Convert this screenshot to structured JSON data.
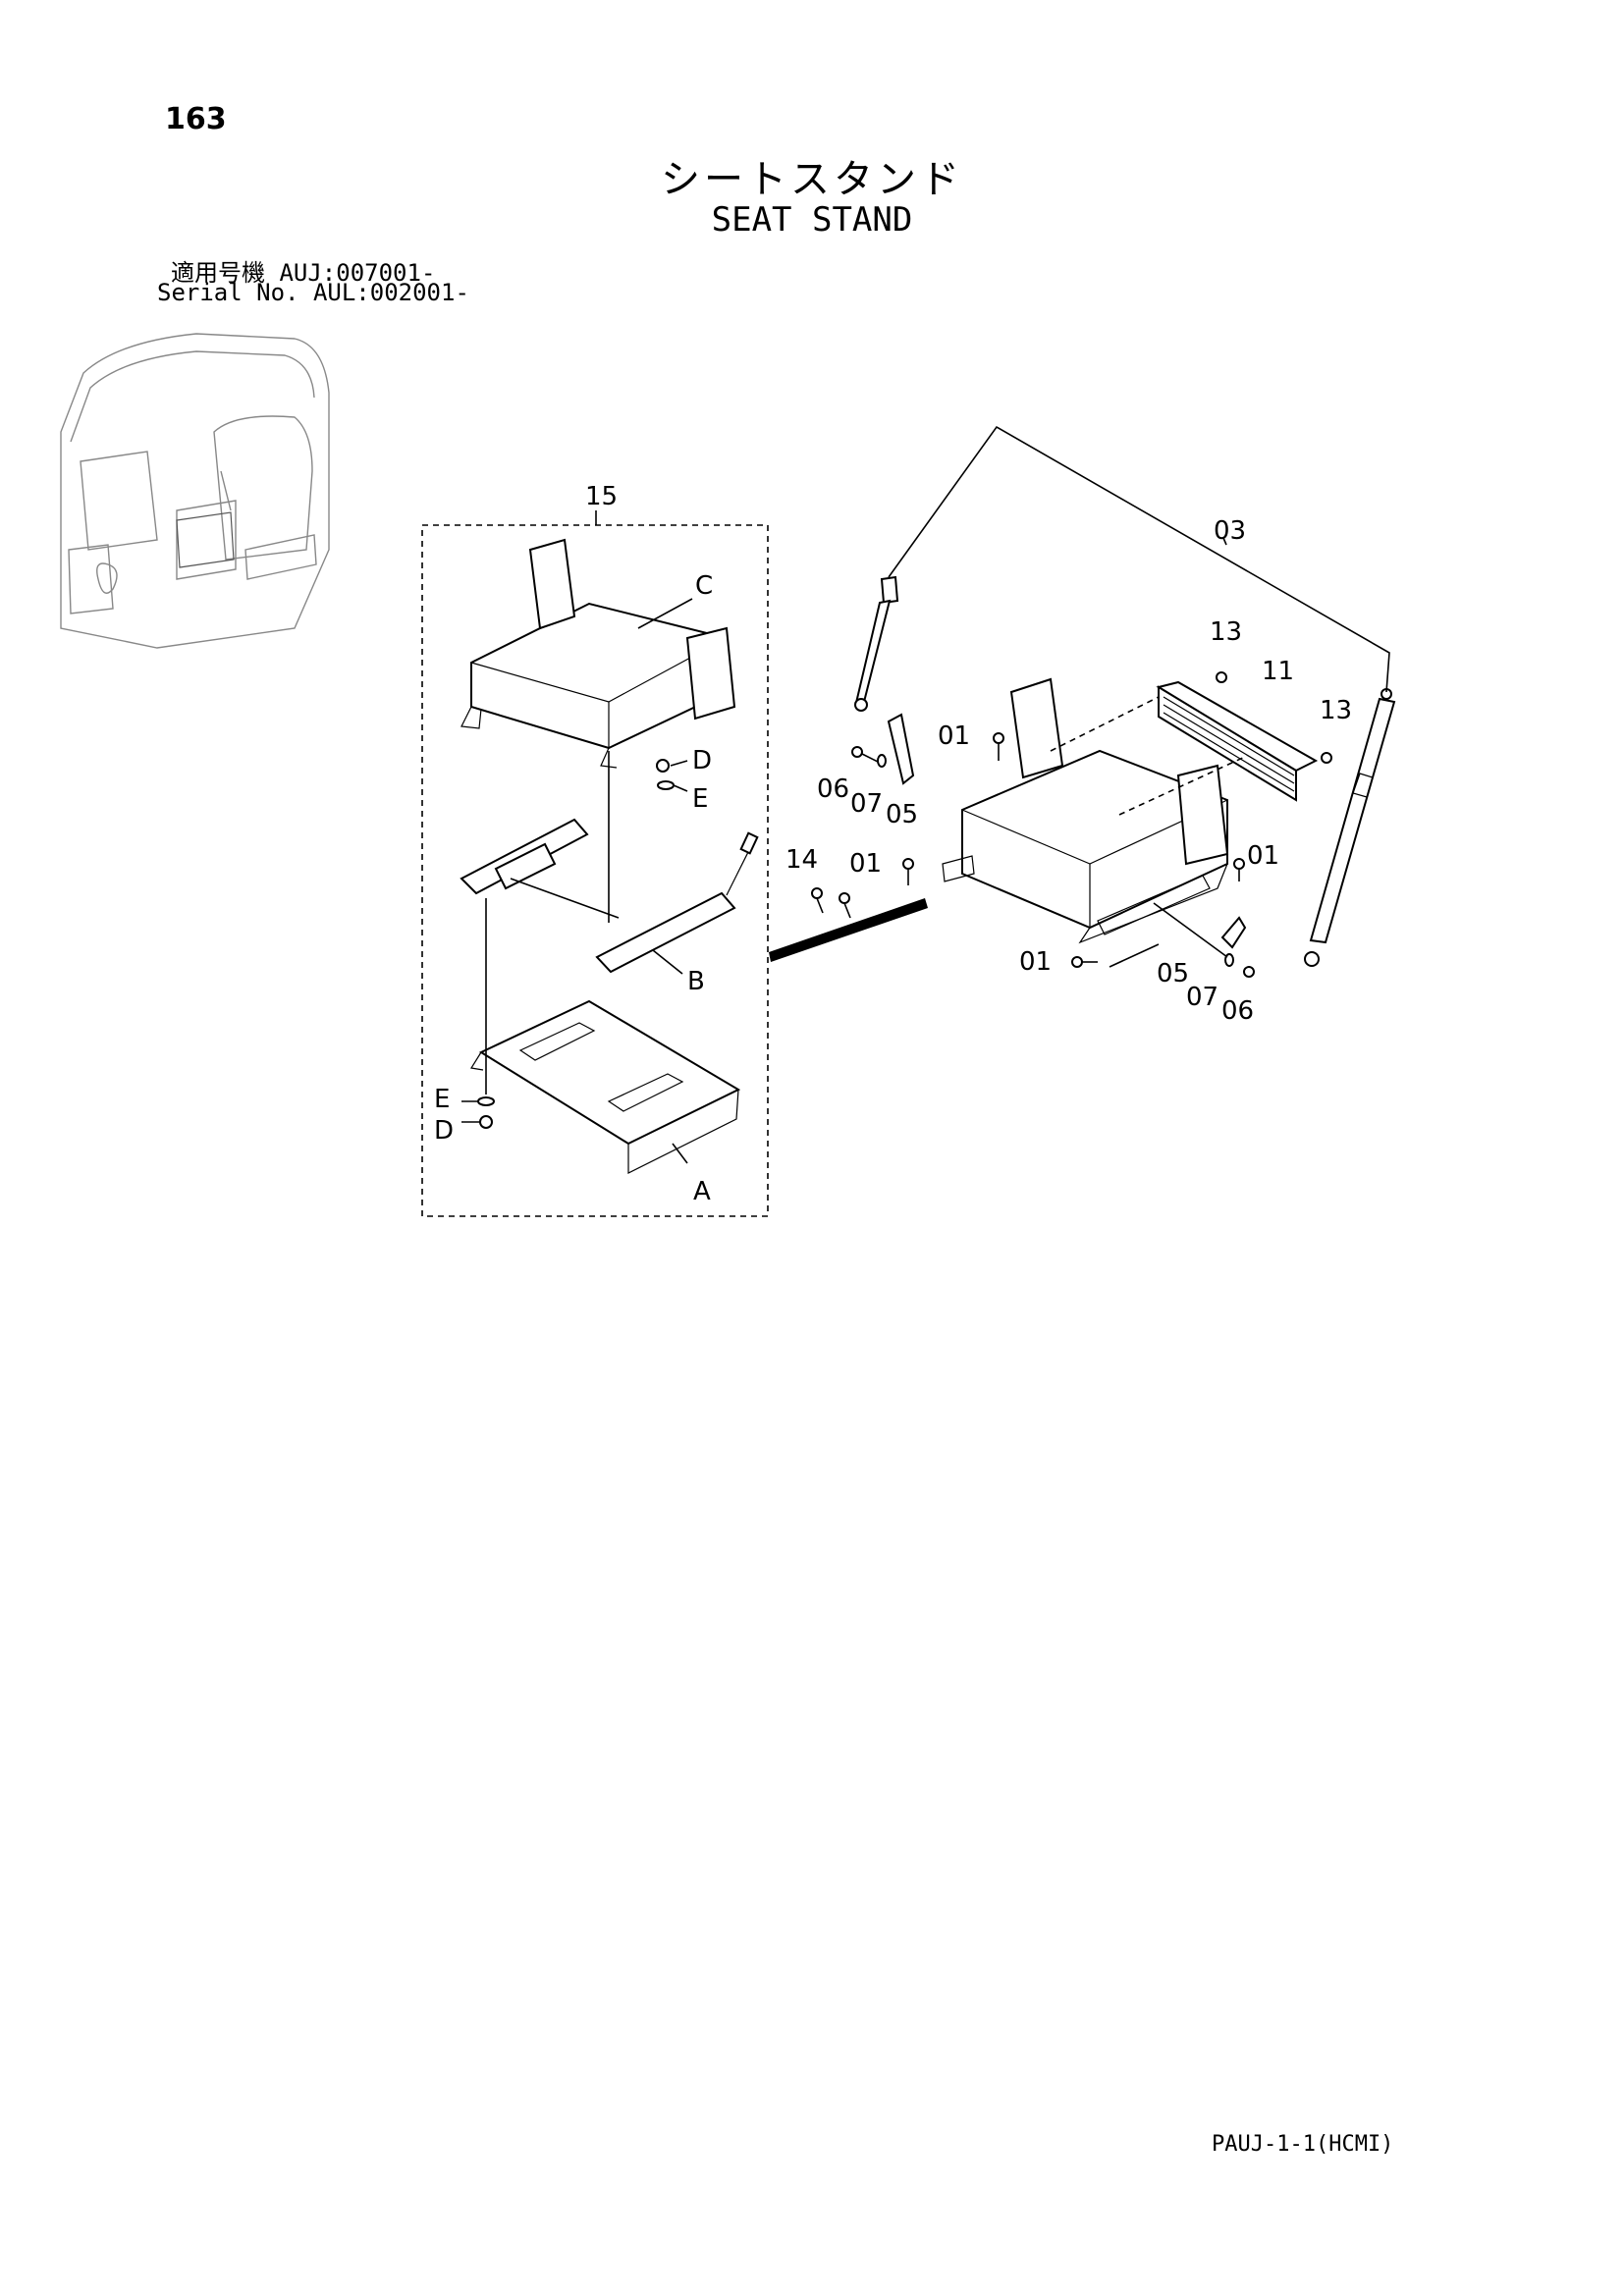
{
  "page_number": "163",
  "title_ja": "シートスタンド",
  "title_en": "SEAT STAND",
  "serial": [
    {
      "label": "適用号機",
      "value": "AUJ:007001-"
    },
    {
      "label": "Serial No.",
      "value": "AUL:002001-"
    }
  ],
  "callouts": {
    "assy": "15",
    "c": "C",
    "d_top": "D",
    "e_top": "E",
    "b": "B",
    "e_bottom": "E",
    "d_bottom": "D",
    "a": "A",
    "p03": "03",
    "p13_left": "13",
    "p11": "11",
    "p13_right": "13",
    "p01_top": "01",
    "p06_top": "06",
    "p07_top": "07",
    "p05_top": "05",
    "p14": "14",
    "p01_mid": "01",
    "p01_right": "01",
    "p01_bottom": "01",
    "p05_bottom": "05",
    "p07_bottom": "07",
    "p06_bottom": "06"
  },
  "footer_code": "PAUJ-1-1(HCMI)"
}
